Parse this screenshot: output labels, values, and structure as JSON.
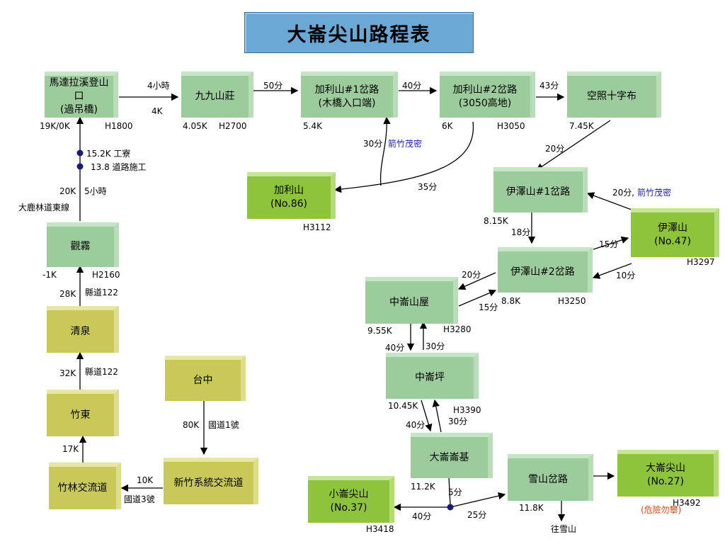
{
  "title": "大崙尖山路程表",
  "nodes": {
    "madala": [
      "馬達拉溪登山口",
      "(過吊橋)"
    ],
    "jiujiu": [
      "九九山莊"
    ],
    "jialiyi": [
      "加利山#1岔路",
      "(木橋入口端)"
    ],
    "jialier": [
      "加利山#2岔路",
      "(3050高地)"
    ],
    "kongzhao": [
      "空照十字布"
    ],
    "jialishan": [
      "加利山",
      "(No.86)"
    ],
    "yizeyi": [
      "伊澤山#1岔路"
    ],
    "yizeshan": [
      "伊澤山",
      "(No.47)"
    ],
    "yizeer": [
      "伊澤山#2岔路"
    ],
    "zhonglunwu": [
      "中崙山屋"
    ],
    "zhonglunping": [
      "中崙坪"
    ],
    "dalunji": [
      "大崙崙基"
    ],
    "xueshan": [
      "雪山岔路"
    ],
    "dalunjian": [
      "大崙尖山",
      "(No.27)"
    ],
    "xiaolunjian": [
      "小崙尖山",
      "(No.37)"
    ],
    "guanwu": [
      "觀霧"
    ],
    "qingquan": [
      "清泉"
    ],
    "zhudong": [
      "竹東"
    ],
    "taizhong": [
      "台中"
    ],
    "zhulin": [
      "竹林交流道"
    ],
    "xinzhu": [
      "新竹系統交流道"
    ]
  },
  "labels": {
    "madala_k": "19K/0K",
    "madala_h": "H1800",
    "e_madala_jiujiu_t": "4小時",
    "e_madala_jiujiu_d": "4K",
    "jiujiu_k": "4.05K",
    "jiujiu_h": "H2700",
    "e_jiujiu_jialiyi": "50分",
    "jialiyi_k": "5.4K",
    "e_jialiyi_jialier": "40分",
    "jialier_k": "6K",
    "jialier_h": "H3050",
    "e_jialier_kongzhao": "43分",
    "kongzhao_k": "7.45K",
    "e_jialiyi_down": "30分",
    "bamboo1": "箭竹茂密",
    "e_jialier_jialishan": "35分",
    "jialishan_h": "H3112",
    "e_kongzhao_yizeyi": "20分",
    "e_yizeshan_yizeyi": "20分,",
    "bamboo2": "箭竹茂密",
    "yizeyi_k": "8.15K",
    "e_yizeyi_yizeer": "18分",
    "e_yizeer_yizeshan": "15分",
    "e_yizeshan_yizeer": "10分",
    "yizeshan_h": "H3297",
    "e_yizeer_zhonglunwu": "20分",
    "e_zhonglunwu_yizeer": "15分",
    "yizeer_k": "8.8K",
    "yizeer_h": "H3250",
    "zhonglunwu_k": "9.55K",
    "zhonglunwu_h": "H3280",
    "e_zlw_zlp": "40分",
    "e_zlp_zlw": "30分",
    "zhonglunping_k": "10.45K",
    "zhonglunping_h": "H3390",
    "e_zlp_dlj": "40分",
    "e_dlj_zlp": "30分",
    "dalunji_k": "11.2K",
    "e_dlj_junction": "5分",
    "e_junction_xlj": "40分",
    "e_junction_xs": "25分",
    "xiaolunjian_h": "H3418",
    "xueshan_k": "11.8K",
    "to_xueshan": "往雪山",
    "dalunjian_h": "H3492",
    "danger": "(危險勿攀)",
    "camp": "15.2K 工寮",
    "roadwork": "13.8 道路施工",
    "e_guanwu_madala_d": "20K",
    "e_guanwu_madala_t": "5小時",
    "forest_road": "大鹿林道東線",
    "guanwu_k": "-1K",
    "guanwu_h": "H2160",
    "e_qq_gw_d": "28K",
    "e_qq_gw_r": "縣道122",
    "e_zd_qq_d": "32K",
    "e_zd_qq_r": "縣道122",
    "e_zl_zd_d": "17K",
    "e_tz_xz_d": "80K",
    "e_tz_xz_r": "國道1號",
    "e_xz_zl_d": "10K",
    "e_xz_zl_r": "國道3號"
  },
  "colors": {
    "title_bg": "#6aa8d6",
    "node_green": "#9ccb9c",
    "node_bright_green": "#8ec43c",
    "node_olive": "#c9c95a",
    "bamboo_text": "#1a1acc",
    "danger_text": "#d44a1c",
    "dot": "#1a1a7a"
  }
}
